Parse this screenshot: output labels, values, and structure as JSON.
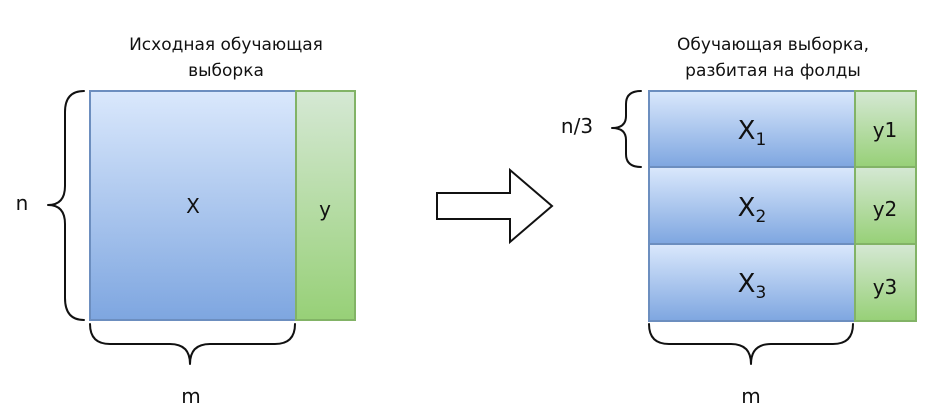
{
  "left": {
    "caption_line1": "Исходная обучающая",
    "caption_line2": "выборка",
    "x_label": "X",
    "y_label": "y",
    "rows_label": "n",
    "cols_label": "m"
  },
  "right": {
    "caption_line1": "Обучающая выборка,",
    "caption_line2": "разбитая на фолды",
    "fold_rows_label": "n/3",
    "cols_label": "m",
    "folds": [
      {
        "x_main": "X",
        "x_sub": "1",
        "y_label": "y1"
      },
      {
        "x_main": "X",
        "x_sub": "2",
        "y_label": "y2"
      },
      {
        "x_main": "X",
        "x_sub": "3",
        "y_label": "y3"
      }
    ]
  },
  "colors": {
    "x_fill_top": "#dae8fc",
    "x_fill_bottom": "#7ea6e0",
    "x_stroke": "#6c8ebf",
    "y_fill_top": "#d5e8d4",
    "y_fill_bottom": "#97d077",
    "y_stroke": "#82b366"
  }
}
